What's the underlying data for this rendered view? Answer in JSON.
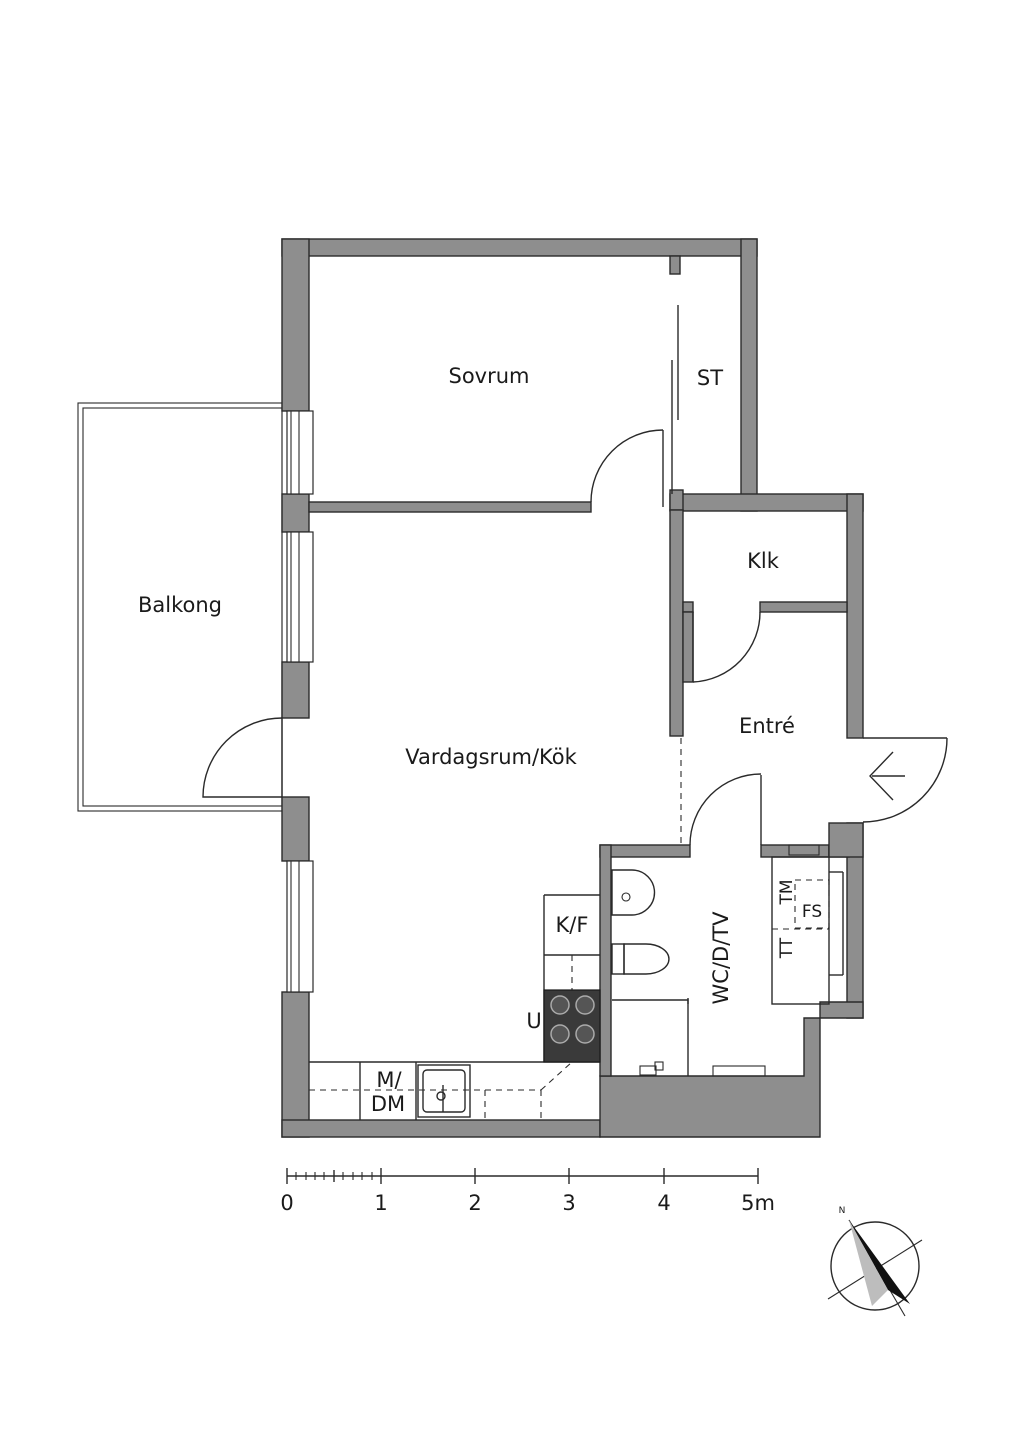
{
  "rooms": {
    "sovrum": "Sovrum",
    "st": "ST",
    "balkong": "Balkong",
    "klk": "Klk",
    "entre": "Entré",
    "vardagsrum": "Vardagsrum/Kök",
    "bath": "WC/D/TV",
    "kf": "K/F",
    "u": "U",
    "m": "M/",
    "dm": "DM",
    "tt": "TT",
    "tm": "TM",
    "fs": "FS"
  },
  "scale": {
    "labels": [
      "0",
      "1",
      "2",
      "3",
      "4",
      "5m"
    ]
  },
  "compass": {
    "label": "N"
  }
}
